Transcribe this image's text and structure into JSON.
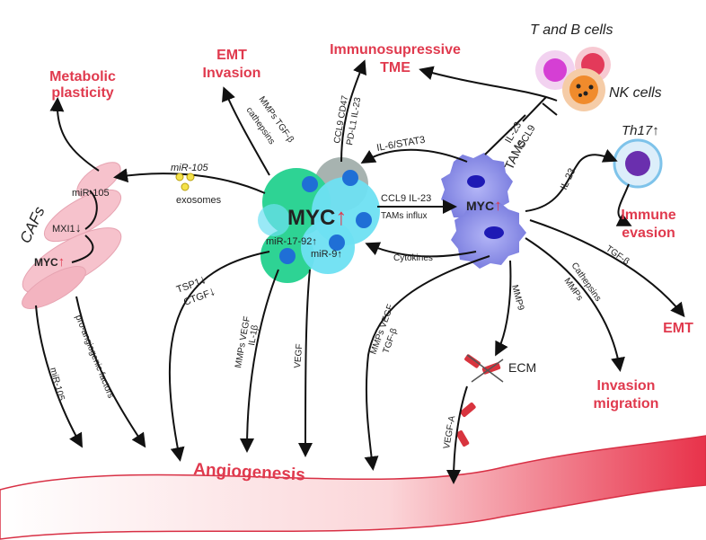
{
  "outcomes": {
    "metabolic_line1": "Metabolic",
    "metabolic_line2": "plasticity",
    "emt_invasion_line1": "EMT",
    "emt_invasion_line2": "Invasion",
    "immuno_line1": "Immunosupressive",
    "immuno_line2": "TME",
    "immune_evasion_line1": "Immune",
    "immune_evasion_line2": "evasion",
    "emt": "EMT",
    "invasion_line1": "Invasion",
    "invasion_line2": "migration",
    "angiogenesis": "Angiogenesis"
  },
  "cells": {
    "t_b_cells": "T and B cells",
    "nk_cells": "NK cells",
    "th17": "Th17",
    "th17_arrow": "↑",
    "caf": "CAFs",
    "tams": "TAMs",
    "ecm": "ECM"
  },
  "caf_labels": {
    "mir105": "miR-105",
    "mxi1": "MXI1",
    "mxi1_arrow": "↓",
    "myc": "MYC",
    "myc_arrow": "↑"
  },
  "tumor": {
    "myc": "MYC",
    "myc_arrow": "↑",
    "mir1792": "miR-17-92",
    "mir1792_arrow": "↑",
    "mir9": "miR-9",
    "mir9_arrow": "↑"
  },
  "tam_labels": {
    "myc": "MYC",
    "myc_arrow": "↑"
  },
  "edge_labels": {
    "mir105_exo": "miR-105",
    "exosomes": "exosomes",
    "mmps_tgfb": "MMPs TGF-β",
    "cathepsins": "cathepsins",
    "ccl9_cd47": "CCL9 CD47",
    "pdl1_il23": "PD-L1 IL-23",
    "il6_stat3": "IL-6/STAT3",
    "il23": "IL-23",
    "ccl9": "CCL9",
    "ccl9_il23": "CCL9 IL-23",
    "tams_influx": "TAMs influx",
    "cytokines": "Cytokines",
    "il23_th17": "IL-23",
    "tgfb_emt": "TGF-β",
    "cathepsins_mmps_1": "Cathepsins",
    "cathepsins_mmps_2": "MMPs",
    "mmp9": "MMP9",
    "tsp1": "TSP1",
    "tsp1_arrow": "↓",
    "ctgf": "CTGF",
    "ctgf_arrow": "↓",
    "mmps_vegf_1": "MMPs VEGF",
    "il1b": "IL-1β",
    "vegf": "VEGF",
    "mmps_vegf_2": "MMPs VEGF",
    "tgfb_2": "TGF-β",
    "vegfa": "VEGF-A",
    "mir105_angio": "miR-105",
    "pro_angio": "pro-angiogenic factors"
  },
  "colors": {
    "accent_red": "#e03a4e",
    "caf_pink": "#f6c2cc",
    "tam_purple": "#8d8fe8",
    "tumor_cyan": "#6ee0f2",
    "tumor_green": "#2ed394",
    "nucleus_blue": "#1f6fd6"
  }
}
